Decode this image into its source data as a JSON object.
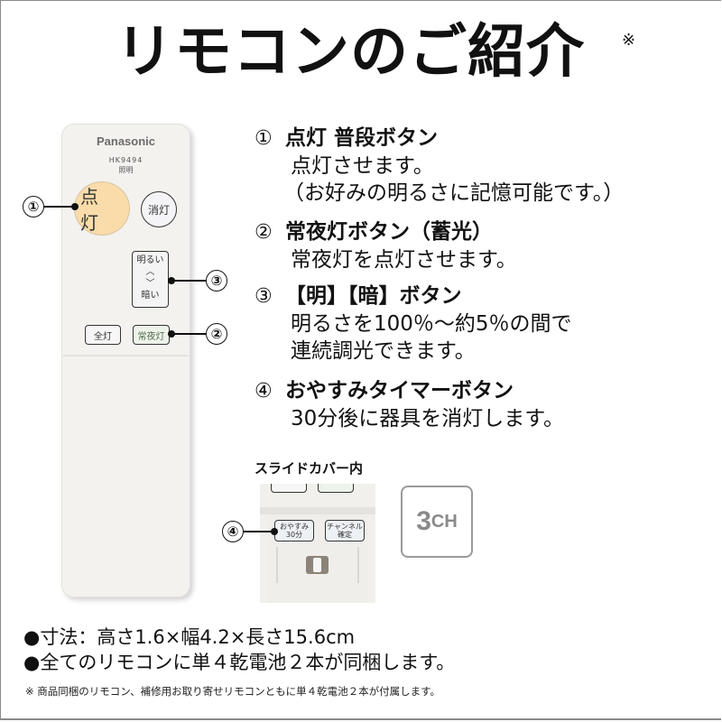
{
  "title": {
    "text": "リモコンのご紹介",
    "mark": "※"
  },
  "remote": {
    "brand": "Panasonic",
    "model": "HK9494",
    "model_sub": "照明",
    "buttons": {
      "on": "点灯",
      "off": "消灯",
      "bright": "明るい",
      "up_arrow": "︿",
      "down_arrow": "﹀",
      "dark": "暗い",
      "all": "全灯",
      "night": "常夜灯"
    },
    "button_colors": {
      "on": "#f9dcaa",
      "night_text": "#4d6b4a"
    }
  },
  "callouts": [
    "①",
    "②",
    "③",
    "④"
  ],
  "descriptions": [
    {
      "num": "①",
      "head": "点灯 普段ボタン",
      "body": [
        "点灯させます。",
        "（お好みの明るさに記憶可能です。）"
      ]
    },
    {
      "num": "②",
      "head": "常夜灯ボタン（蓄光）",
      "body": [
        "常夜灯を点灯させます。"
      ]
    },
    {
      "num": "③",
      "head": "【明】【暗】ボタン",
      "body": [
        "明るさを100％～約5％の間で",
        "連続調光できます。"
      ]
    },
    {
      "num": "④",
      "head": "おやすみタイマーボタン",
      "body": [
        "30分後に器具を消灯します。"
      ]
    }
  ],
  "slide_cover": {
    "label": "スライドカバー内",
    "sleep_button": {
      "line1": "おやすみ",
      "line2": "30分"
    },
    "channel_button": {
      "line1": "チャンネル",
      "line2": "確定"
    }
  },
  "channel_badge": {
    "number": "3",
    "unit": "CH"
  },
  "specs": [
    "●寸法：高さ1.6×幅4.2×長さ15.6cm",
    "●全てのリモコンに単４乾電池２本が同梱します。"
  ],
  "note": "※ 商品同梱のリモコン、補修用お取り寄せリモコンともに単４乾電池２本が付属します。"
}
